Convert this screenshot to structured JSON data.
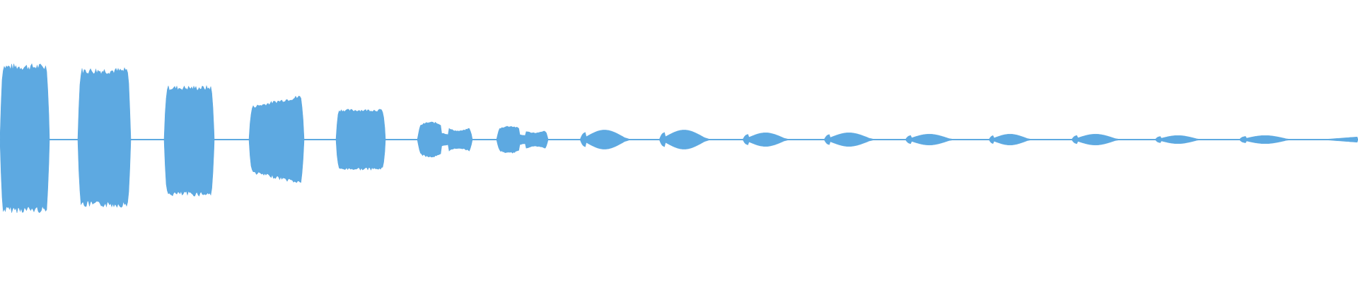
{
  "waveform": {
    "color": "#5DA9E1",
    "background": "#FFFFFF",
    "max_amplitude_fraction": 0.49,
    "segments": [
      {
        "peak_top": 0.52,
        "peak_bottom": 0.5,
        "shape": "block"
      },
      {
        "peak_top": 0.49,
        "peak_bottom": 0.46,
        "shape": "block"
      },
      {
        "peak_top": 0.36,
        "peak_bottom": 0.38,
        "shape": "block"
      },
      {
        "peak_top": 0.3,
        "peak_bottom": 0.3,
        "shape": "rising"
      },
      {
        "peak_top": 0.19,
        "peak_bottom": 0.19,
        "shape": "block"
      },
      {
        "peak_top": 0.13,
        "peak_bottom": 0.13,
        "shape": "double"
      },
      {
        "peak_top": 0.1,
        "peak_bottom": 0.1,
        "shape": "double"
      },
      {
        "peak_top": 0.07,
        "peak_bottom": 0.07,
        "shape": "blob"
      },
      {
        "peak_top": 0.07,
        "peak_bottom": 0.07,
        "shape": "blob"
      },
      {
        "peak_top": 0.05,
        "peak_bottom": 0.05,
        "shape": "blob"
      },
      {
        "peak_top": 0.05,
        "peak_bottom": 0.05,
        "shape": "blob"
      },
      {
        "peak_top": 0.04,
        "peak_bottom": 0.04,
        "shape": "blob"
      },
      {
        "peak_top": 0.04,
        "peak_bottom": 0.04,
        "shape": "blob"
      },
      {
        "peak_top": 0.04,
        "peak_bottom": 0.04,
        "shape": "blob"
      },
      {
        "peak_top": 0.03,
        "peak_bottom": 0.03,
        "shape": "blob"
      },
      {
        "peak_top": 0.03,
        "peak_bottom": 0.03,
        "shape": "blob"
      },
      {
        "peak_top": 0.02,
        "peak_bottom": 0.02,
        "shape": "tail"
      }
    ]
  }
}
